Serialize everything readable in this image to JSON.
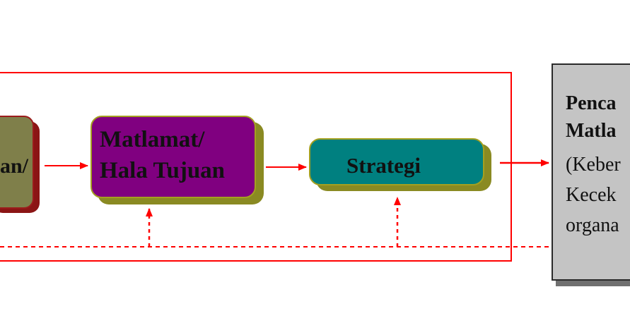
{
  "diagram": {
    "boxes": [
      {
        "id": "box-left",
        "lines": [
          "an/"
        ]
      },
      {
        "id": "box-matlamat",
        "lines": [
          "Matlamat/",
          "Hala Tujuan"
        ]
      },
      {
        "id": "box-strategi",
        "lines": [
          "Strategi"
        ]
      },
      {
        "id": "box-pencapaian",
        "lines": [
          "Penca",
          "Matla",
          "(Keber",
          "Kecek",
          "organa"
        ]
      }
    ],
    "colors": {
      "line": "#ff0000",
      "box_left_fill": "#7f7f4a",
      "box_left_border": "#9b1c1c",
      "box_matlamat_fill": "#800080",
      "box_strategi_fill": "#008080",
      "box_olive_border": "#a4a020",
      "box_pencapaian_fill": "#c4c4c4"
    }
  }
}
